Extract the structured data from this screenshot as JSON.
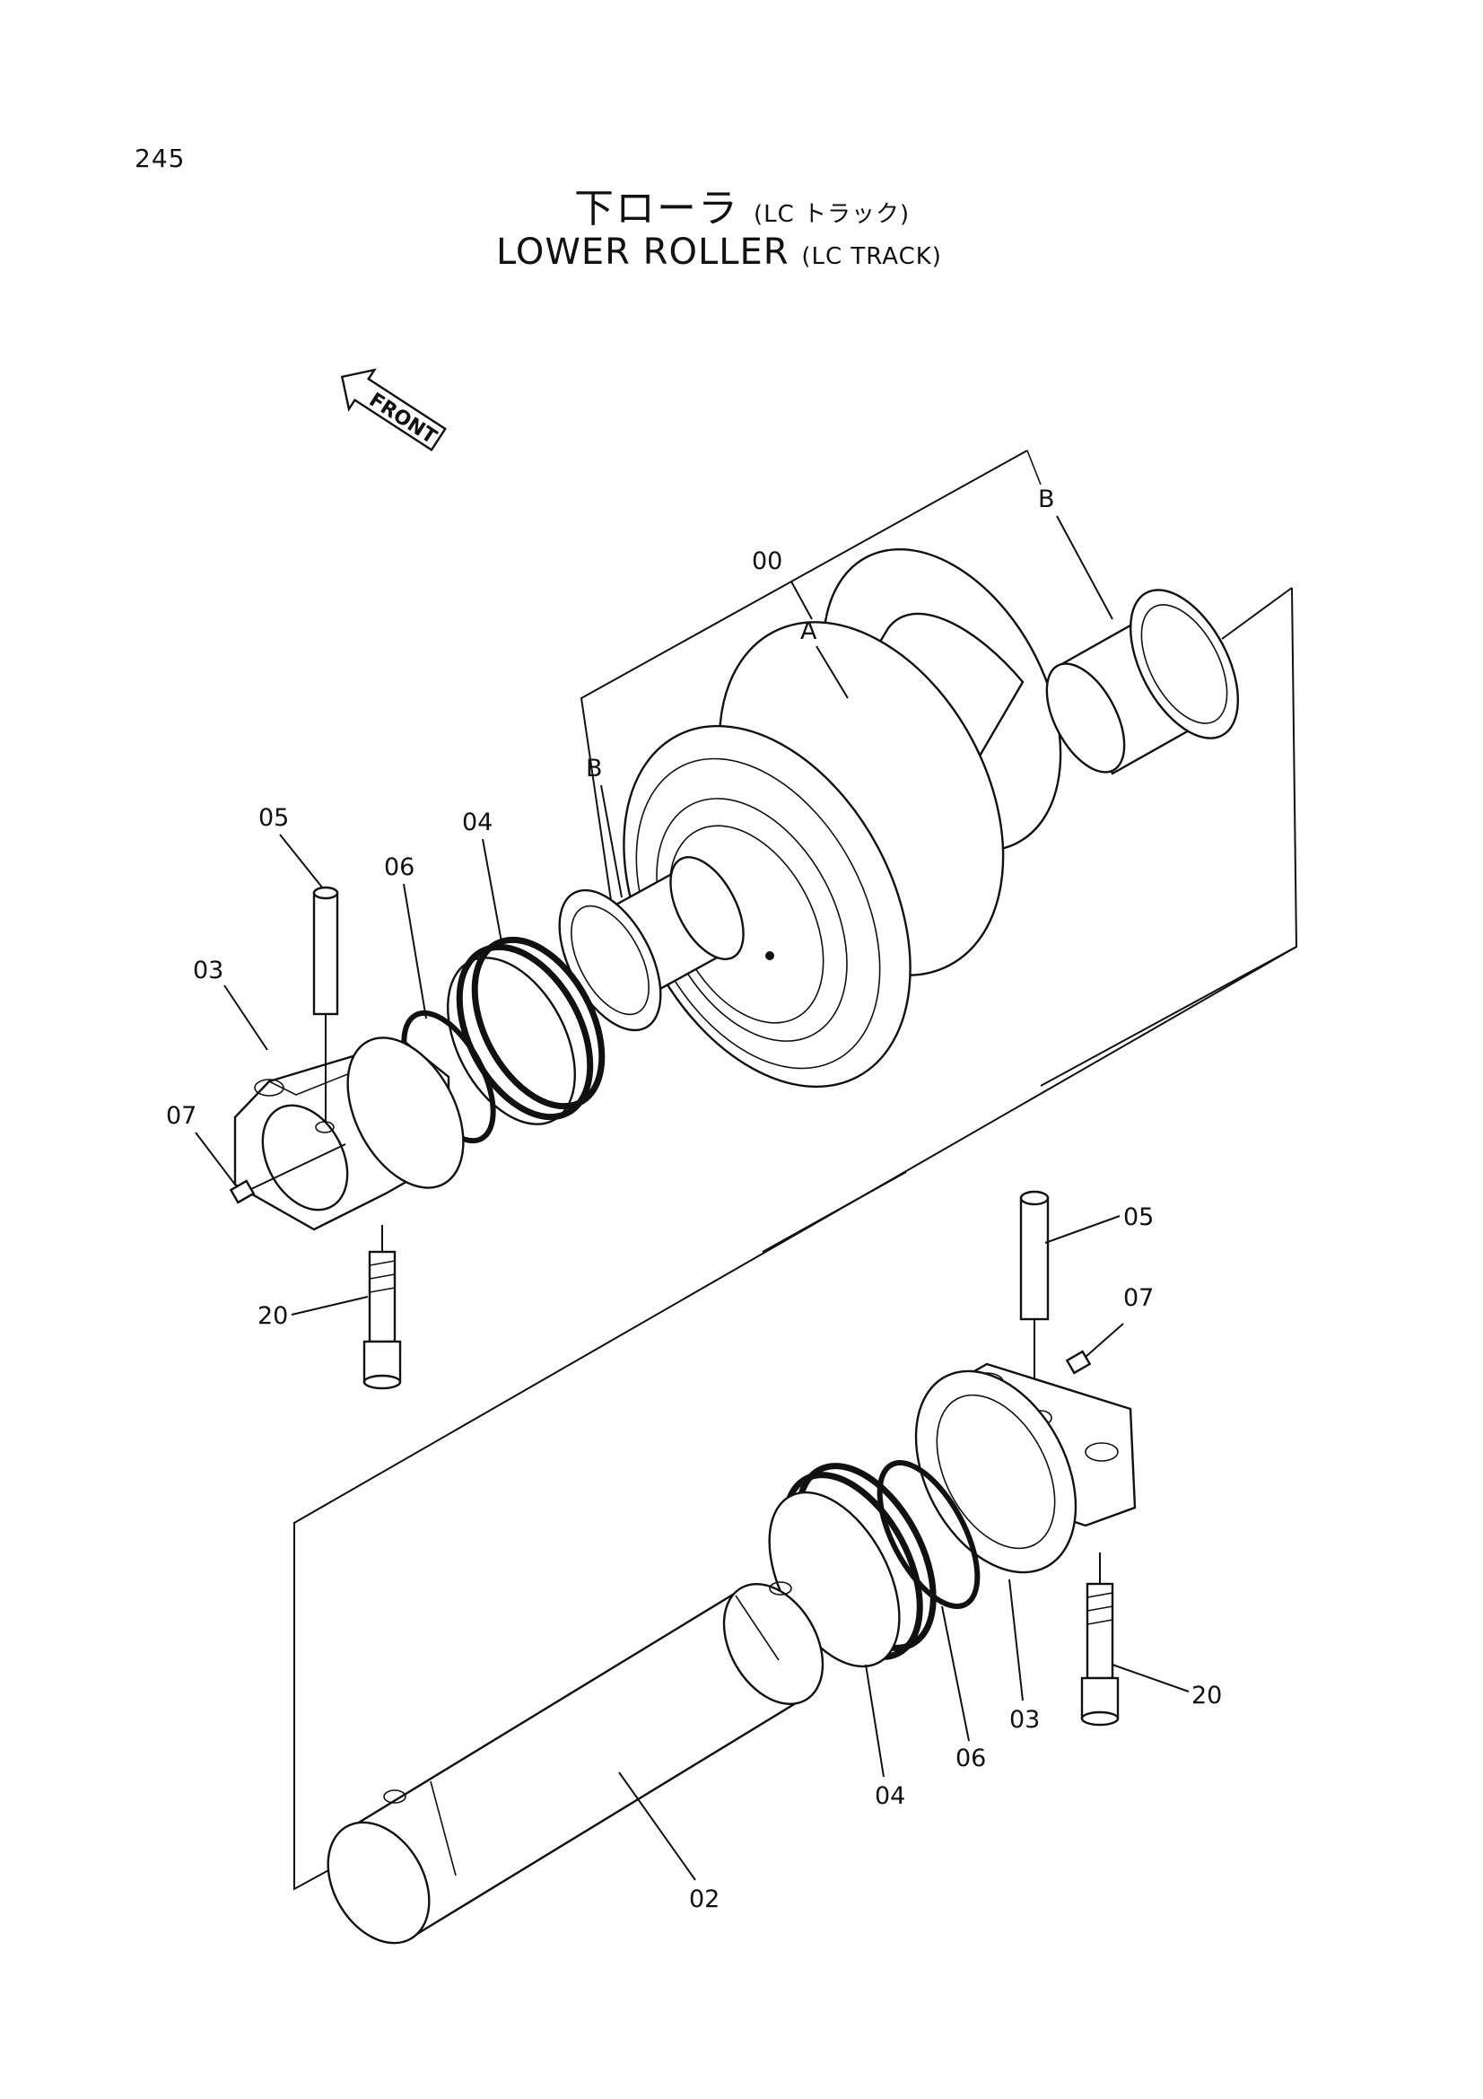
{
  "page": {
    "number": "245"
  },
  "title": {
    "jp_main": "下ローラ",
    "jp_sub": "(LC トラック)",
    "en_main": "LOWER ROLLER",
    "en_sub": "(LC TRACK)"
  },
  "front_arrow": {
    "text": "FRONT"
  },
  "callouts": {
    "c00": "00",
    "cA": "A",
    "cB_top": "B",
    "cB_left": "B",
    "c05_left": "05",
    "c04_left": "04",
    "c06_left": "06",
    "c03_left": "03",
    "c07_left": "07",
    "c20_left": "20",
    "c05_right": "05",
    "c07_right": "07",
    "c04_right": "04",
    "c06_right": "06",
    "c03_right": "03",
    "c20_right": "20",
    "c02": "02"
  }
}
